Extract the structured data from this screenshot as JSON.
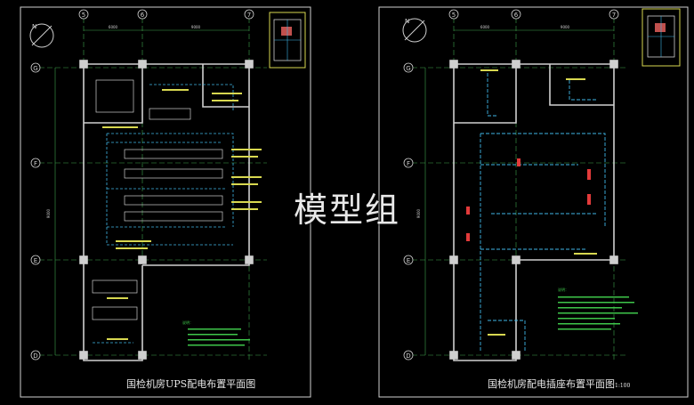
{
  "watermark": "模型组",
  "sheets": [
    {
      "title": "国检机房UPS配电布置平面图",
      "suffix": "",
      "column_axes": [
        "5",
        "6",
        "7"
      ],
      "row_axes": [
        "G",
        "F",
        "E",
        "D"
      ],
      "dimensions": [
        "6000",
        "9000"
      ],
      "row_dimension": "9000",
      "notes_heading": "说明："
    },
    {
      "title": "国检机房配电插座布置平面图",
      "suffix": "1:100",
      "column_axes": [
        "5",
        "6",
        "7"
      ],
      "row_axes": [
        "G",
        "F",
        "E",
        "D"
      ],
      "dimensions": [
        "6000",
        "9000"
      ],
      "row_dimension": "9000",
      "notes_heading": "说明："
    }
  ],
  "colors": {
    "background": "#000000",
    "border": "#d0d0d0",
    "wall": "#cfcfcf",
    "grid_line": "#3fa34d",
    "cable": "#3fb6e6",
    "annotation": "#d8d850",
    "equipment_red": "#e23a3a",
    "axis_bubble": "#d0d0d0",
    "note_text": "#3ec64a"
  }
}
